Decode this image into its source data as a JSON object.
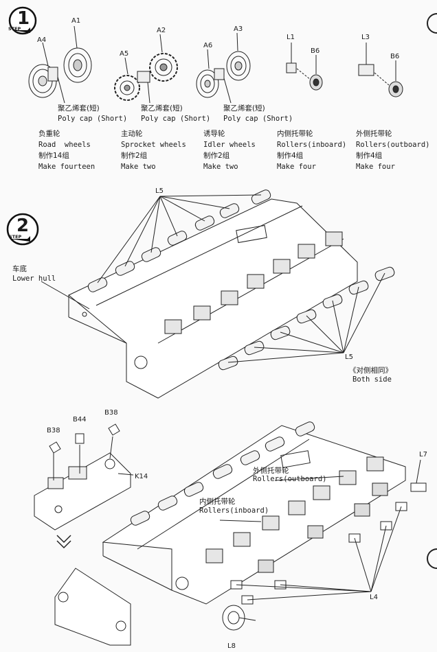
{
  "steps": [
    {
      "number": "1",
      "word": "STEP"
    },
    {
      "number": "2",
      "word": "STEP"
    }
  ],
  "step1": {
    "part_labels": [
      "A1",
      "A4",
      "A2",
      "A5",
      "A3",
      "A6",
      "L1",
      "B6",
      "L3",
      "B6"
    ],
    "poly_cap_cn": "聚乙烯套(短)",
    "poly_cap_en": "Poly cap (Short)",
    "columns": [
      {
        "cn": "负重轮",
        "en": "Road  wheels",
        "count_cn": "制作14组",
        "count_en": "Make fourteen"
      },
      {
        "cn": "主动轮",
        "en": "Sprocket wheels",
        "count_cn": "制作2组",
        "count_en": "Make two"
      },
      {
        "cn": "诱导轮",
        "en": "Idler wheels",
        "count_cn": "制作2组",
        "count_en": "Make two"
      },
      {
        "cn": "内侧托带轮",
        "en": "Rollers(inboard)",
        "count_cn": "制作4组",
        "count_en": "Make four"
      },
      {
        "cn": "外侧托带轮",
        "en": "Rollers(outboard)",
        "count_cn": "制作4组",
        "count_en": "Make four"
      }
    ]
  },
  "step2": {
    "l5": "L5",
    "lower_hull_cn": "车底",
    "lower_hull_en": "Lower hull",
    "both_side_cn": "《对侧相同》",
    "both_side_en": "Both side",
    "b38": "B38",
    "b44": "B44",
    "k14": "K14",
    "l7": "L7",
    "outboard_cn": "外侧托带轮",
    "outboard_en": "Rollers(outboard)",
    "inboard_cn": "内侧托带轮",
    "inboard_en": "Rollers(inboard)",
    "l4": "L4",
    "l8": "L8"
  }
}
